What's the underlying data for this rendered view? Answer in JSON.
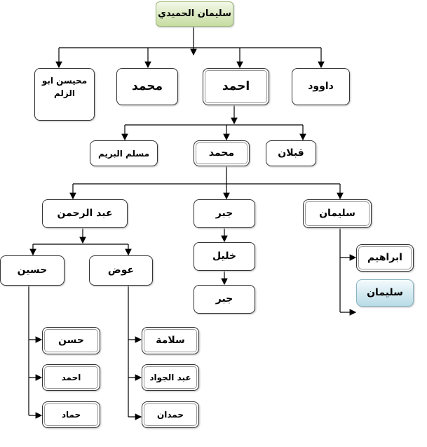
{
  "root": "سليمان الحميدي",
  "gen1": [
    "محيسن ابو الزلم",
    "محمد",
    "احمد",
    "داوود"
  ],
  "gen2": [
    "مسلم البريم",
    "محمد",
    "قبلان"
  ],
  "gen3": [
    "عبد الرحمن",
    "جبر",
    "سليمان"
  ],
  "abdulrahman_children": [
    "حسين",
    "عوض"
  ],
  "jabr_line": [
    "خليل",
    "جبر"
  ],
  "suleiman_children": [
    "ابراهيم",
    "سليمان"
  ],
  "hussein_children": [
    "حسن",
    "احمد",
    "حماد"
  ],
  "awad_children": [
    "سلامة",
    "عبد الجواد",
    "حمدان"
  ]
}
